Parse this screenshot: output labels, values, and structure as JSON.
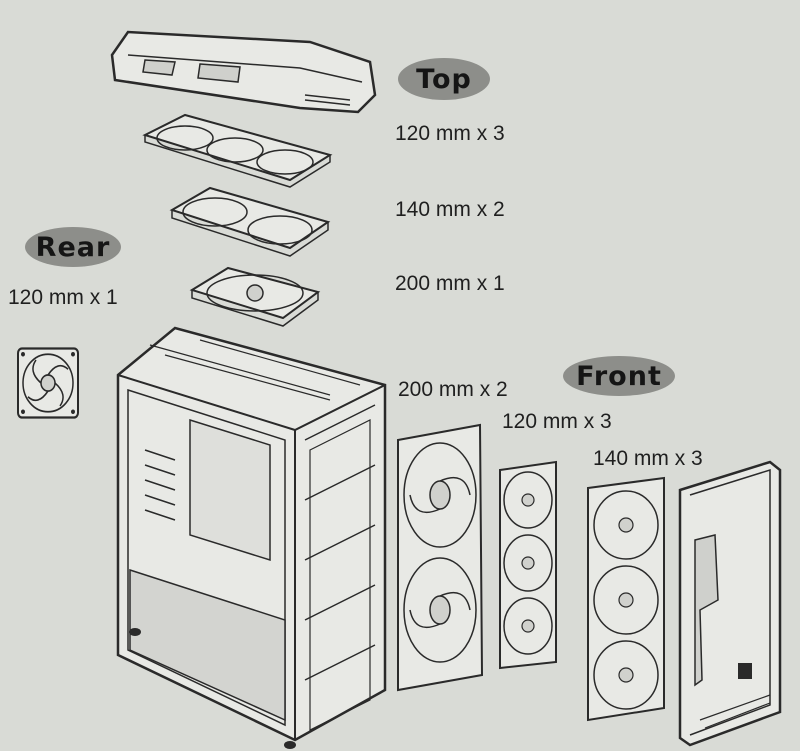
{
  "labels": {
    "top": "Top",
    "rear": "Rear",
    "front": "Front"
  },
  "specs": {
    "top_120": "120 mm x 3",
    "top_140": "140 mm x 2",
    "top_200": "200 mm x 1",
    "rear_120": "120 mm x 1",
    "front_200": "200 mm x 2",
    "front_120": "120 mm x 3",
    "front_140": "140 mm x 3"
  },
  "colors": {
    "background": "#d9dbd6",
    "pill": "#8d8e8a",
    "line": "#2a2a2a",
    "part_fill": "#e8e9e5"
  },
  "icons": [
    "top-panel-icon",
    "fan-icon",
    "case-chassis-icon",
    "front-panel-icon"
  ]
}
